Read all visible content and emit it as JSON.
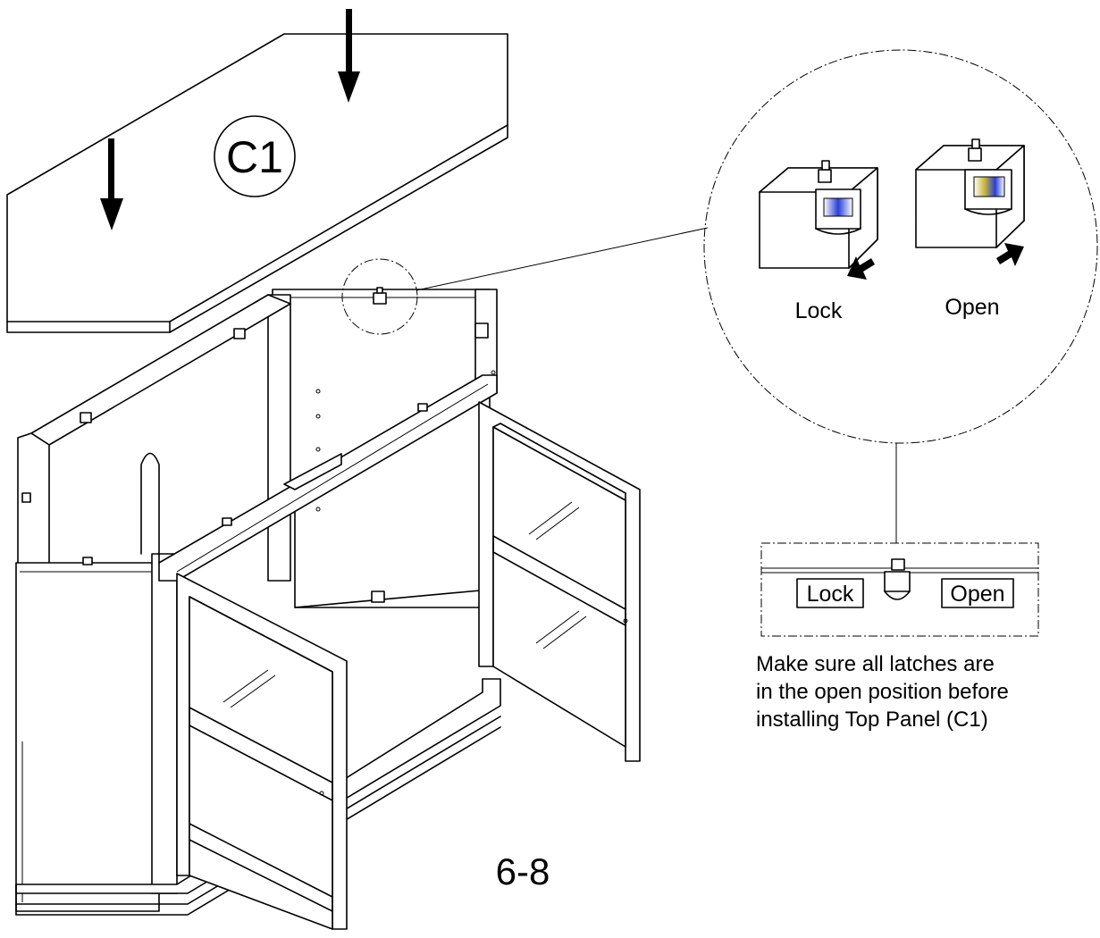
{
  "part_label": "C1",
  "detail": {
    "lock_label": "Lock",
    "open_label": "Open"
  },
  "inset": {
    "lock_label": "Lock",
    "open_label": "Open"
  },
  "instruction": {
    "lines": [
      "Make sure all latches are",
      "in the open position before",
      "installing Top Panel (C1)"
    ]
  },
  "page_number": "6-8",
  "colors": {
    "latch_lock_fill": "#2a3fd6",
    "latch_open_fill": "#c8b83a"
  }
}
